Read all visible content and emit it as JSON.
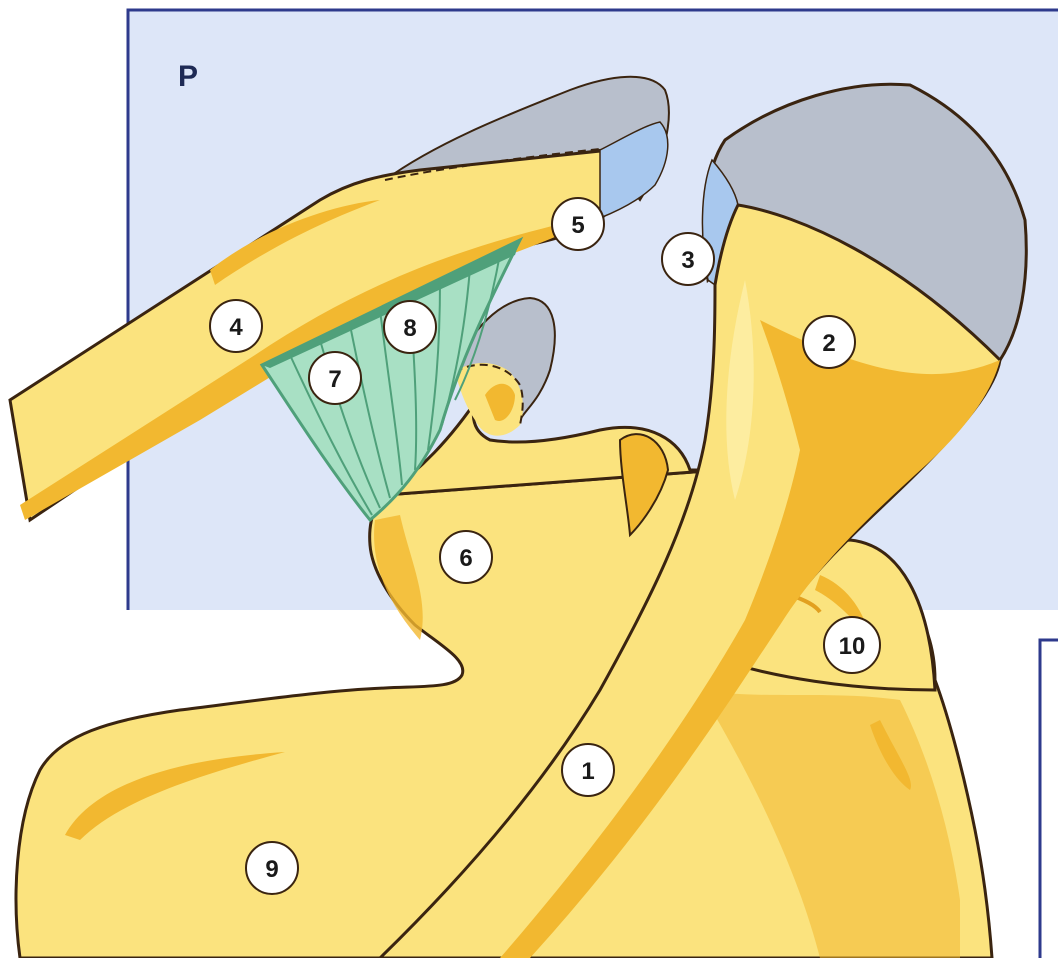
{
  "corner_label": "P",
  "markers": [
    {
      "id": "1",
      "label": "1"
    },
    {
      "id": "2",
      "label": "2"
    },
    {
      "id": "3",
      "label": "3"
    },
    {
      "id": "4",
      "label": "4"
    },
    {
      "id": "5",
      "label": "5"
    },
    {
      "id": "6",
      "label": "6"
    },
    {
      "id": "7",
      "label": "7"
    },
    {
      "id": "8",
      "label": "8"
    },
    {
      "id": "9",
      "label": "9"
    },
    {
      "id": "10",
      "label": "10"
    }
  ],
  "colors": {
    "panel_background": "#dde6f8",
    "panel_border": "#2e3a8c",
    "bone_fill": "#fbe37e",
    "bone_shadow": "#f2b830",
    "bone_highlight": "#fff3b8",
    "bone_outline": "#3a2410",
    "cartilage": "#b8bfcc",
    "cartilage_dark": "#9aa2b2",
    "joint_capsule": "#a8c8ee",
    "ligament": "#a8e0c4",
    "ligament_dark": "#4fa07a",
    "marker_fill": "#ffffff"
  }
}
